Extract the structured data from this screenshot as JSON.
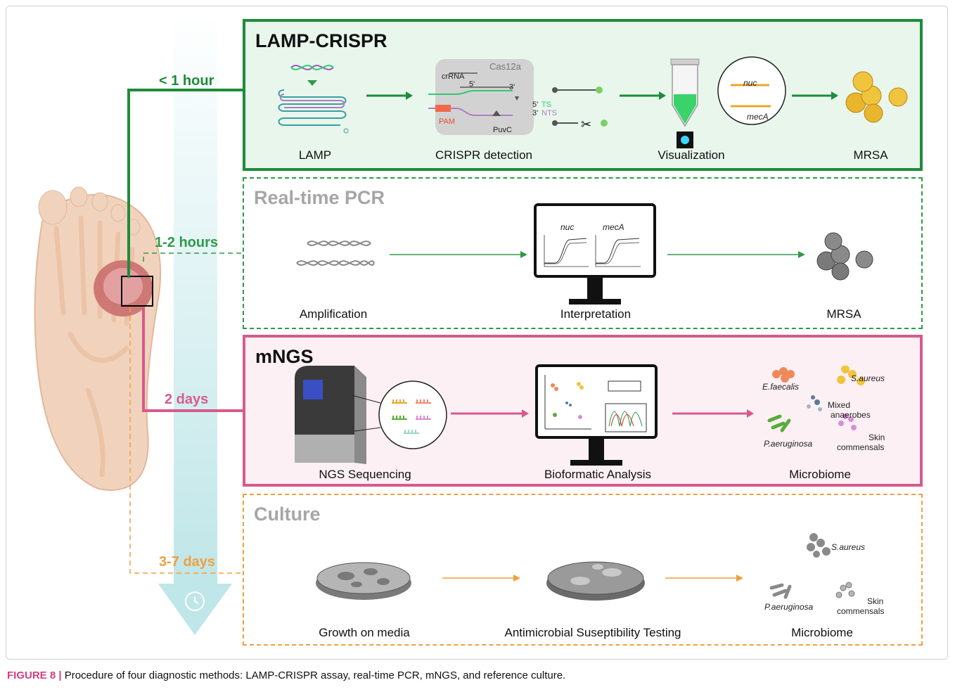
{
  "caption": {
    "label": "FIGURE 8 |",
    "text": " Procedure of four diagnostic methods: LAMP-CRISPR assay, real-time PCR, mNGS, and reference culture."
  },
  "times": {
    "lamp": "< 1 hour",
    "pcr": "1-2 hours",
    "ngs": "2 days",
    "culture": "3-7 days"
  },
  "colors": {
    "lamp": "#1e8c3a",
    "pcr": "#2e9a48",
    "ngs": "#d85a8c",
    "culture": "#f0a040"
  },
  "lamp": {
    "title": "LAMP-CRISPR",
    "steps": [
      "LAMP",
      "CRISPR detection",
      "Visualization",
      "MRSA"
    ],
    "crrna": "crRNA",
    "five_prime": "5'",
    "three_prime": "3'",
    "cas": "Cas12a",
    "pam": "PAM",
    "puvc": "PuvC",
    "ts": "TS",
    "nts": "NTS",
    "ts_end": "5'",
    "nts_end": "3'",
    "genes": [
      "nuc",
      "mecA"
    ]
  },
  "pcr": {
    "title": "Real-time PCR",
    "steps": [
      "Amplification",
      "Interpretation",
      "MRSA"
    ],
    "genes": [
      "nuc",
      "mecA"
    ]
  },
  "ngs": {
    "title": "mNGS",
    "steps": [
      "NGS Sequencing",
      "Bioformatic Analysis",
      "Microbiome"
    ],
    "organisms": [
      "E.faecalis",
      "S.aureus",
      "Mixed",
      "anaerobes",
      "P.aeruginosa",
      "Skin",
      "commensals"
    ]
  },
  "culture": {
    "title": "Culture",
    "steps": [
      "Growth on media",
      "Antimicrobial Suseptibility Testing",
      "Microbiome"
    ],
    "organisms": [
      "S.aureus",
      "P.aeruginosa",
      "Skin",
      "commensals"
    ]
  }
}
